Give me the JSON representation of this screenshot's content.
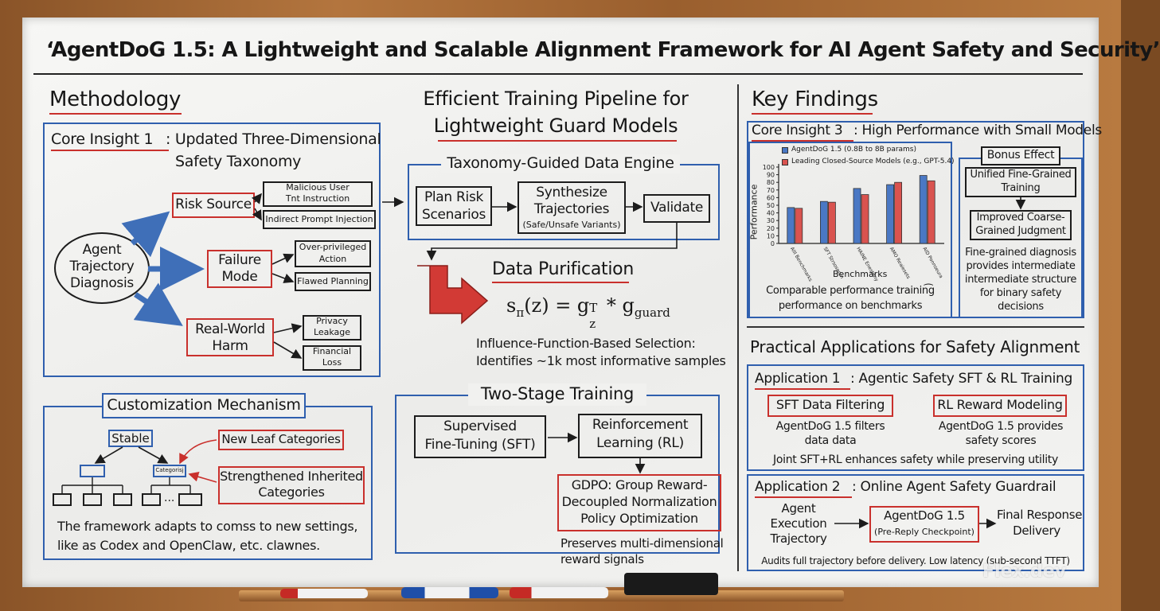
{
  "title": "‘AgentDoG 1.5: A Lightweight and Scalable Alignment Framework for AI Agent Safety and Security’",
  "methodology": {
    "heading": "Methodology",
    "core1": {
      "label": "Core Insight 1",
      "rest": ": Updated Three-Dimensional",
      "line2": "Safety Taxonomy"
    },
    "agent_node": [
      "Agent",
      "Trajectory",
      "Diagnosis"
    ],
    "risk_source": "Risk Source",
    "risk_children": [
      [
        "Malicious User",
        "Tnt Instruction"
      ],
      [
        "Indirect Prompt Injection"
      ]
    ],
    "failure_mode": [
      "Failure",
      "Mode"
    ],
    "failure_children": [
      [
        "Over-privileged",
        "Action"
      ],
      [
        "Flawed Planning"
      ]
    ],
    "harm": [
      "Real-World",
      "Harm"
    ],
    "harm_children": [
      [
        "Privacy",
        "Leakage"
      ],
      [
        "Financial",
        "Loss"
      ]
    ]
  },
  "customization": {
    "heading": "Customization Mechanism",
    "stable": "Stable",
    "tiny_label": "Categorisj",
    "new_leaf": "New Leaf Categories",
    "strengthened": [
      "Strengthened Inherited",
      "Categories"
    ],
    "dots": "...",
    "caption": [
      "The framework adapts to comss to new settings,",
      "like as Codex and OpenClaw, etc. clawnes."
    ]
  },
  "pipeline": {
    "heading": [
      "Efficient Training Pipeline for",
      "Lightweight Guard Models"
    ],
    "engine_heading": "Taxonomy-Guided Data Engine",
    "plan": [
      "Plan Risk",
      "Scenarios"
    ],
    "synth": [
      "Synthesize",
      "Trajectories"
    ],
    "synth_sub": "(Safe/Unsafe Variants)",
    "validate": "Validate",
    "purification": "Data Purification",
    "formula": "s",
    "formula_sub_pi": "π",
    "formula_mid": "(z) = g",
    "formula_sup_T": "T",
    "formula_sub_z": "z",
    "formula_star": " * g",
    "formula_sub_guard": "guard",
    "influence": [
      "Influence-Function-Based Selection:",
      "Identifies ~1k most informative samples"
    ],
    "two_stage": "Two-Stage Training",
    "sft": [
      "Supervised",
      "Fine-Tuning (SFT)"
    ],
    "rl": [
      "Reinforcement",
      "Learning (RL)"
    ],
    "gdpo": [
      "GDPO: Group Reward-",
      "Decoupled Normalization",
      "Policy Optimization"
    ],
    "preserves": [
      "Preserves multi-dimensional",
      "reward signals"
    ]
  },
  "findings": {
    "heading": "Key Findings",
    "core3": {
      "label": "Core Insight 3",
      "rest": ": High Performance with Small Models"
    },
    "caption": [
      "Comparable performance trainin͡g",
      "performance on benchmarks"
    ],
    "bonus": {
      "heading": "Bonus Effect",
      "unified": [
        "Unified Fine-Grained",
        "Training"
      ],
      "improved": [
        "Improved Coarse-",
        "Grained Judgment"
      ],
      "text": [
        "Fine-grained diagnosis",
        "provides intermediate",
        "intermediate structure",
        "for binary safety",
        "decisions"
      ]
    }
  },
  "chart_data": {
    "type": "bar",
    "categories": [
      "AIII Benchmarks",
      "SFT Strsoseom",
      "HAINE Enesteny",
      "AMO Reaiesets",
      "AID Ponnseura"
    ],
    "series": [
      {
        "name": "AgentDoG 1.5 (0.8B to 8B params)",
        "color": "#4a78c4",
        "values": [
          47,
          55,
          72,
          77,
          89
        ]
      },
      {
        "name": "Leading Closed-Source Models (e.g., GPT-5.4)",
        "color": "#d9534f",
        "values": [
          46,
          54,
          64,
          80,
          82
        ]
      }
    ],
    "ylabel": "Performance",
    "xlabel": "Benchmarks",
    "ylim": [
      0,
      100
    ],
    "yticks": [
      "0",
      "10",
      "20",
      "30",
      "40",
      "50",
      "60",
      "70",
      "80",
      "90",
      "100"
    ],
    "legend": "top",
    "grid": false
  },
  "applications": {
    "heading": "Practical Applications for Safety Alignment",
    "app1": {
      "label": "Application 1",
      "rest": ": Agentic Safety SFT & RL Training"
    },
    "sft_filter": "SFT Data Filtering",
    "sft_filter_desc": [
      "AgentDoG 1.5 filters",
      "data data"
    ],
    "rl_reward": "RL Reward Modeling",
    "rl_reward_desc": [
      "AgentDoG 1.5 provides",
      "safety scores"
    ],
    "joint": "Joint SFT+RL enhances safety while preserving utility",
    "app2": {
      "label": "Application 2",
      "rest": ": Online Agent Safety Guardrail"
    },
    "agent_exec": [
      "Agent",
      "Execution",
      "Trajectory"
    ],
    "checkpoint": [
      "AgentDoG 1.5",
      "(Pre-Reply Checkpoint)"
    ],
    "final": [
      "Final Response",
      "Delivery"
    ],
    "audits": "Audits full trajectory before delivery. Low latency (sub-second TTFT)"
  },
  "colors": {
    "red": "#c9302c",
    "blue": "#2f5fae",
    "ink": "#161616",
    "board": "#f2f2f0",
    "frame": "#9a5f2e"
  },
  "watermark": "Flex.dev",
  "markers": [
    "red-marker",
    "blue-marker",
    "red-marker"
  ],
  "eraser": "eraser"
}
